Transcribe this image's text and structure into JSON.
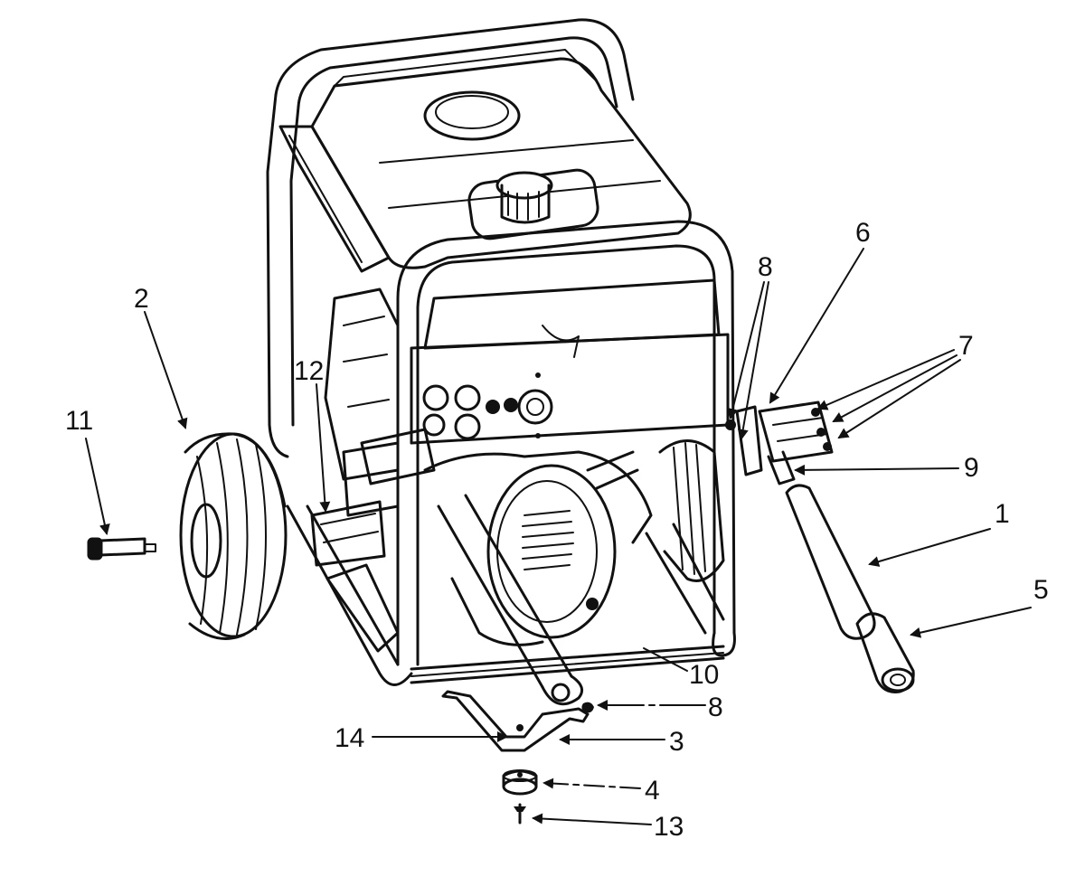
{
  "callouts": [
    {
      "id": "c1",
      "label": "1"
    },
    {
      "id": "c2",
      "label": "2"
    },
    {
      "id": "c3",
      "label": "3"
    },
    {
      "id": "c4",
      "label": "4"
    },
    {
      "id": "c5",
      "label": "5"
    },
    {
      "id": "c6",
      "label": "6"
    },
    {
      "id": "c7",
      "label": "7"
    },
    {
      "id": "c8a",
      "label": "8"
    },
    {
      "id": "c8b",
      "label": "8"
    },
    {
      "id": "c9",
      "label": "9"
    },
    {
      "id": "c10",
      "label": "10"
    },
    {
      "id": "c11",
      "label": "11"
    },
    {
      "id": "c12",
      "label": "12"
    },
    {
      "id": "c13",
      "label": "13"
    },
    {
      "id": "c14",
      "label": "14"
    }
  ]
}
